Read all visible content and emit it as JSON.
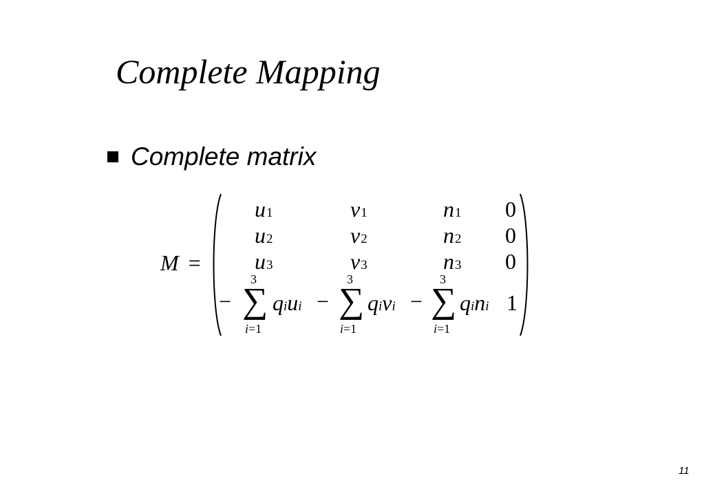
{
  "slide": {
    "title": "Complete Mapping",
    "bullet": "Complete matrix",
    "page_number": "11"
  },
  "equation": {
    "lhs_symbol": "M",
    "equals": "=",
    "rows": [
      [
        {
          "symbol": "u",
          "subscript": "1"
        },
        {
          "symbol": "v",
          "subscript": "1"
        },
        {
          "symbol": "n",
          "subscript": "1"
        },
        {
          "value": "0"
        }
      ],
      [
        {
          "symbol": "u",
          "subscript": "2"
        },
        {
          "symbol": "v",
          "subscript": "2"
        },
        {
          "symbol": "n",
          "subscript": "2"
        },
        {
          "value": "0"
        }
      ],
      [
        {
          "symbol": "u",
          "subscript": "3"
        },
        {
          "symbol": "v",
          "subscript": "3"
        },
        {
          "symbol": "n",
          "subscript": "3"
        },
        {
          "value": "0"
        }
      ]
    ],
    "last_row": {
      "sums": [
        {
          "minus": "−",
          "sigma": "∑",
          "upper": "3",
          "lower_var": "i",
          "lower_eq": "=1",
          "q": "q",
          "q_sub": "i",
          "var": "u",
          "var_sub": "i"
        },
        {
          "minus": "−",
          "sigma": "∑",
          "upper": "3",
          "lower_var": "i",
          "lower_eq": "=1",
          "q": "q",
          "q_sub": "i",
          "var": "v",
          "var_sub": "i"
        },
        {
          "minus": "−",
          "sigma": "∑",
          "upper": "3",
          "lower_var": "i",
          "lower_eq": "=1",
          "q": "q",
          "q_sub": "i",
          "var": "n",
          "var_sub": "i"
        }
      ],
      "last_value": "1"
    }
  }
}
